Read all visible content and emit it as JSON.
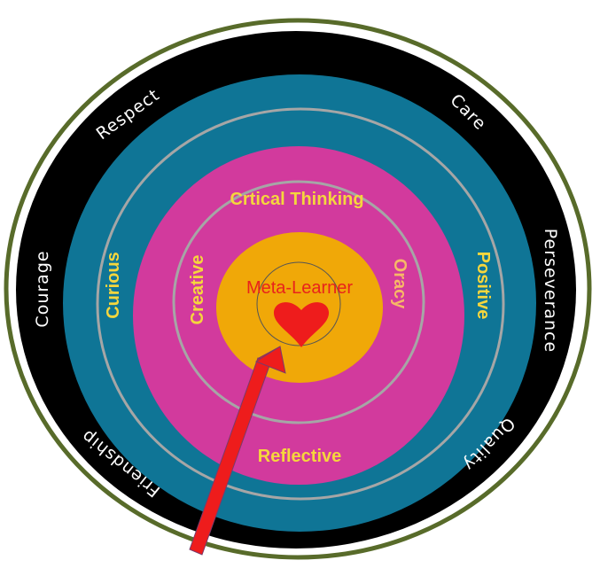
{
  "diagram": {
    "outer_values": [
      "Respect",
      "Care",
      "Courage",
      "Perseverance",
      "Friendship",
      "Quality"
    ],
    "ring_teal": [
      "Curious",
      "Positive",
      "Reflective"
    ],
    "ring_magenta": [
      "Crtical Thinking",
      "Creative",
      "Oracy"
    ],
    "center": "Meta-Learner",
    "colors": {
      "border": "#586b2a",
      "outer": "#000000",
      "teal": "#0f7596",
      "magenta": "#d23a9d",
      "center": "#f0a808",
      "ring_line": "#a6a6a6",
      "label_yellow": "#f5d63d",
      "heart": "#ee1c1c",
      "arrow": "#ee1c1c"
    }
  }
}
